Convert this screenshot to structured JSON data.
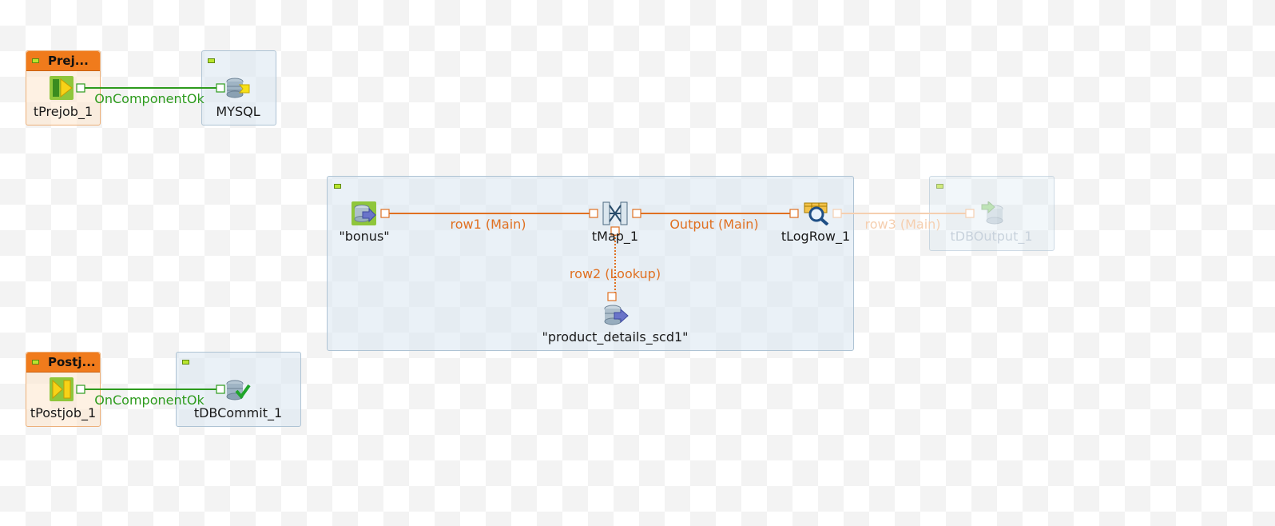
{
  "prejob": {
    "title": "Prej...",
    "component": "tPrejob_1",
    "target": "MYSQL",
    "link": "OnComponentOk"
  },
  "postjob": {
    "title": "Postj...",
    "component": "tPostjob_1",
    "target": "tDBCommit_1",
    "link": "OnComponentOk"
  },
  "main": {
    "components": {
      "input": "\"bonus\"",
      "map": "tMap_1",
      "log": "tLogRow_1",
      "lookup": "\"product_details_scd1\"",
      "output": "tDBOutput_1"
    },
    "links": {
      "row1": "row1 (Main)",
      "output": "Output (Main)",
      "row2": "row2 (Lookup)",
      "row3": "row3 (Main)"
    }
  },
  "colors": {
    "orange_link": "#e07021",
    "green_link": "#2d9b1d",
    "subjob_header": "#f07b1c",
    "subjob_fill": "#d9e6f0"
  },
  "icons": {
    "prejob": "tprejob-icon",
    "postjob": "tpostjob-icon",
    "mysql": "mysql-connection-icon",
    "commit": "db-commit-icon",
    "input": "db-input-icon",
    "map": "tmap-icon",
    "log": "logrow-icon",
    "lookup": "db-input-icon",
    "output": "db-output-icon"
  }
}
